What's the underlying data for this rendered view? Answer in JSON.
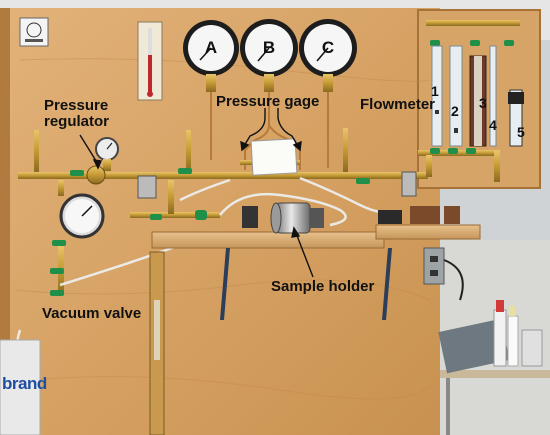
{
  "labels": {
    "pressure_regulator": [
      "Pressure",
      "regulator"
    ],
    "pressure_gage": "Pressure gage",
    "flowmeter": "Flowmeter",
    "sample_holder": "Sample holder",
    "vacuum_valve": "Vacuum valve"
  },
  "gauges": {
    "a": "A",
    "b": "B",
    "c": "C"
  },
  "flowmeter_numbers": [
    "1",
    "2",
    "3",
    "4",
    "5"
  ],
  "brand_text": "brand",
  "colors": {
    "board": "#d9a86b",
    "pipe": "#c89a3a",
    "valve": "#1f8f4a",
    "arrow": "#111111"
  }
}
